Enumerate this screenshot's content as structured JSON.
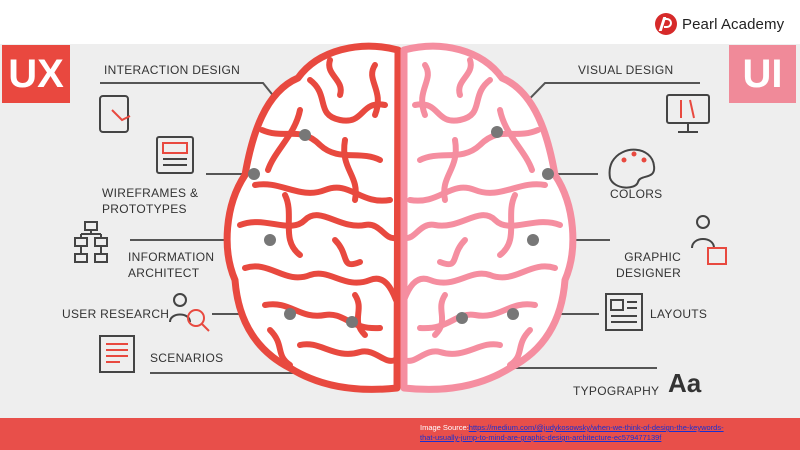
{
  "brand": {
    "name": "Pearl Academy",
    "accent": "#d62a2a"
  },
  "badges": {
    "ux": "UX",
    "ui": "UI",
    "ux_color": "#e9483f",
    "ui_color": "#f08a99"
  },
  "ux_items": {
    "interaction": "INTERACTION DESIGN",
    "wireframes_line1": "WIREFRAMES &",
    "wireframes_line2": "PROTOTYPES",
    "info_line1": "INFORMATION",
    "info_line2": "ARCHITECT",
    "research": "USER RESEARCH",
    "scenarios": "SCENARIOS"
  },
  "ui_items": {
    "visual": "VISUAL DESIGN",
    "colors": "COLORS",
    "graphic_line1": "GRAPHIC",
    "graphic_line2": "DESIGNER",
    "layouts": "LAYOUTS",
    "typography": "TYPOGRAPHY",
    "typography_icon": "Aa"
  },
  "footer": {
    "prefix": "Image Source:",
    "link_line1": "https://medium.com/@judykosowsky/when-we-think-of-design-the-keywords-",
    "link_line2": "that-usually-jump-to-mind-are-graphic-design-architecture-ec579477139f"
  },
  "colors": {
    "left_brain": "#e8493f",
    "right_brain": "#f58ea0",
    "footer": "#e84f4a",
    "panel": "#eeeeee"
  }
}
